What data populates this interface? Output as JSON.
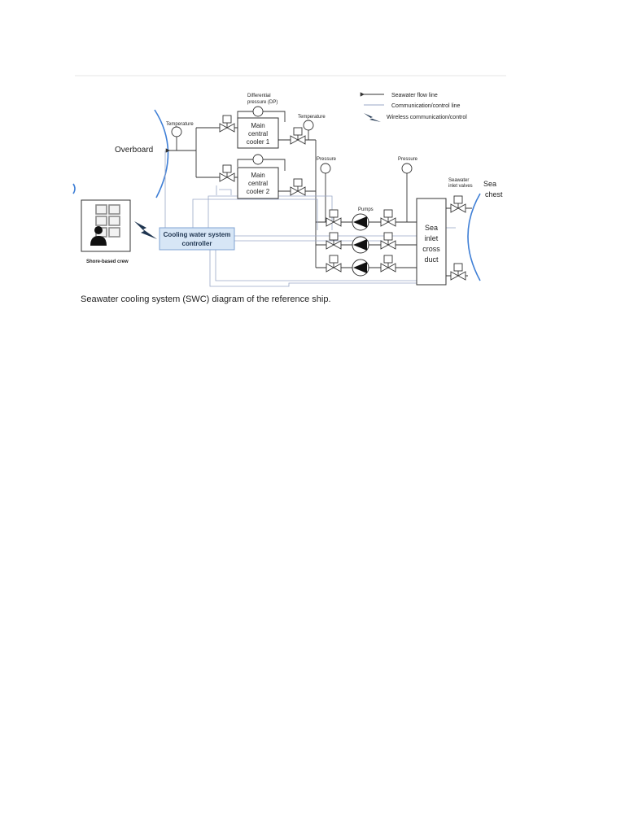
{
  "legend": {
    "flow": "Seawater flow line",
    "comm": "Communication/control line",
    "wireless": "Wireless communication/control"
  },
  "labels": {
    "overboard": "Overboard",
    "temperature_left": "Temperature",
    "temperature_right": "Temperature",
    "dp_line1": "Differential",
    "dp_line2": "pressure (DP)",
    "cooler1": [
      "Main",
      "central",
      "cooler 1"
    ],
    "cooler2": [
      "Main",
      "central",
      "cooler 2"
    ],
    "pressure_left": "Pressure",
    "pressure_right": "Pressure",
    "pumps": "Pumps",
    "inlet_valves": [
      "Seawater",
      "inlet valves"
    ],
    "sea_chest": [
      "Sea",
      "chest"
    ],
    "duct": [
      "Sea",
      "inlet",
      "cross",
      "duct"
    ],
    "controller": [
      "Cooling water system",
      "controller"
    ],
    "shore_crew": "Shore-based crew"
  },
  "caption": "Seawater cooling system (SWC) diagram of the reference ship.",
  "colors": {
    "line": "#333333",
    "comm": "#9aa7c7",
    "arc": "#3f7fd6",
    "controller_fill": "#d7e6f6",
    "controller_stroke": "#7fa3d3",
    "wireless": "#1f3550"
  }
}
